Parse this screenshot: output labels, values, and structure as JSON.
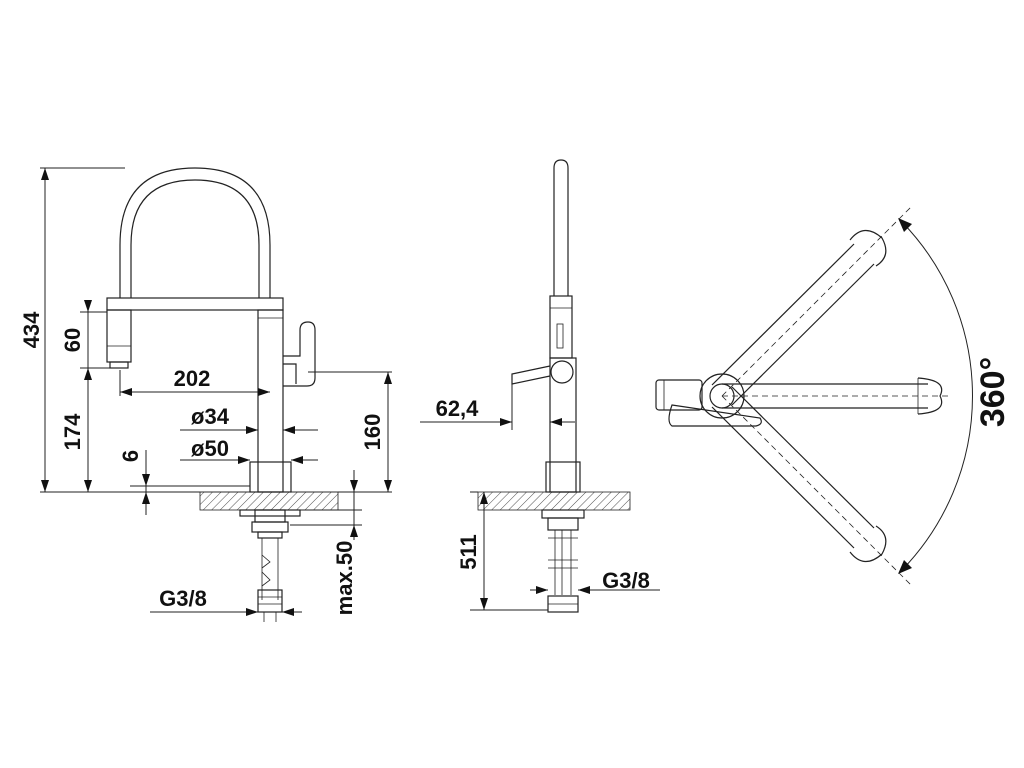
{
  "front_view": {
    "height_total": "434",
    "height_spray": "60",
    "height_spout": "174",
    "reach": "202",
    "diameter_inner": "ø34",
    "diameter_outer": "ø50",
    "plate": "6",
    "height_lever": "160",
    "thread": "G3/8",
    "max_thickness": "max.50"
  },
  "side_view": {
    "lever_offset": "62,4",
    "hose_length": "511",
    "thread": "G3/8"
  },
  "top_view": {
    "rotation": "360°"
  },
  "colors": {
    "line": "#222222",
    "background": "#ffffff"
  }
}
